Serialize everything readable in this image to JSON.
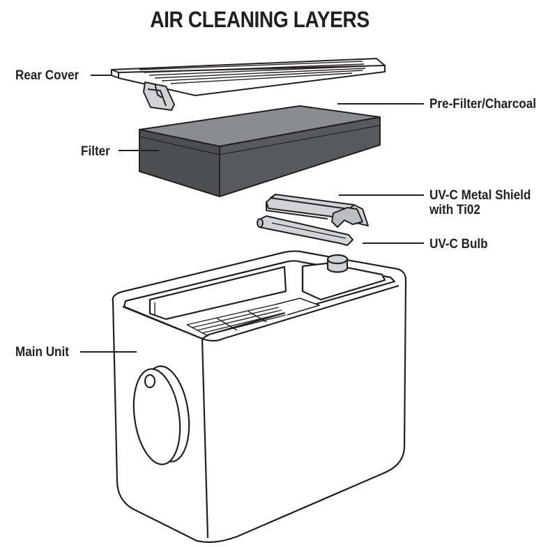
{
  "title": "AIR CLEANING LAYERS",
  "labels": {
    "rear_cover": "Rear Cover",
    "pre_filter": "Pre-Filter/Charcoal",
    "filter": "Filter",
    "uvc_shield_line1": "UV-C Metal Shield",
    "uvc_shield_line2": "with Ti02",
    "uvc_bulb": "UV-C Bulb",
    "main_unit": "Main Unit"
  },
  "colors": {
    "outline": "#231f20",
    "filter_top": "#8a8c8f",
    "filter_side": "#58595b",
    "filter_front": "#4d4e50",
    "light_gray": "#d1d3d4",
    "mid_gray": "#bcbec0"
  }
}
